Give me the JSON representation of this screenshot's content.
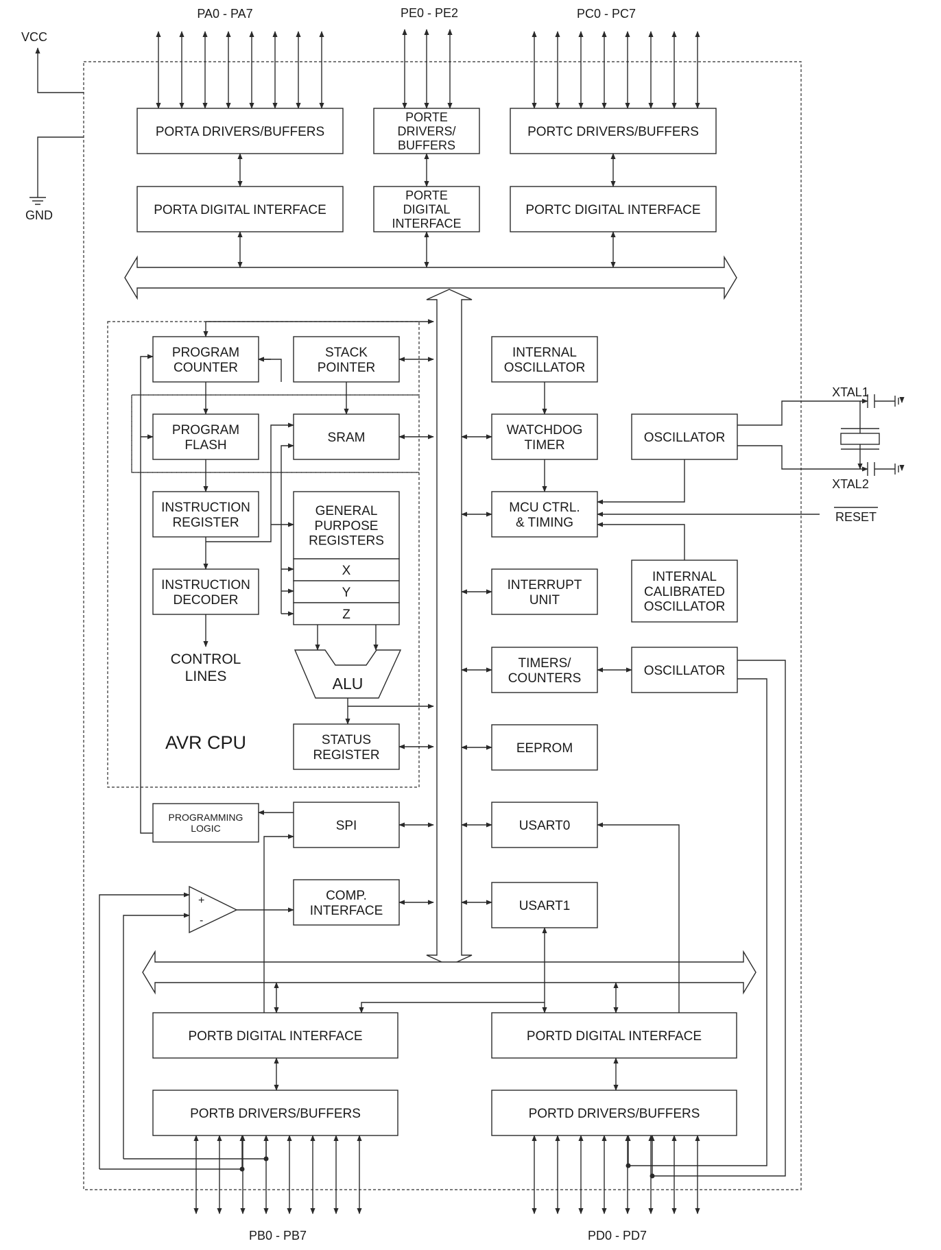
{
  "power": {
    "vcc": "VCC",
    "gnd": "GND"
  },
  "pins": {
    "porta": "PA0 - PA7",
    "porte": "PE0 - PE2",
    "portc": "PC0 - PC7",
    "portb": "PB0 - PB7",
    "portd": "PD0 - PD7",
    "xtal1": "XTAL1",
    "xtal2": "XTAL2",
    "reset": "RESET"
  },
  "blocks": {
    "porta_drivers": [
      "PORTA DRIVERS/BUFFERS"
    ],
    "porte_drivers": [
      "PORTE",
      "DRIVERS/",
      "BUFFERS"
    ],
    "portc_drivers": [
      "PORTC DRIVERS/BUFFERS"
    ],
    "porta_digital": [
      "PORTA DIGITAL INTERFACE"
    ],
    "porte_digital": [
      "PORTE",
      "DIGITAL",
      "INTERFACE"
    ],
    "portc_digital": [
      "PORTC DIGITAL INTERFACE"
    ],
    "program_counter": [
      "PROGRAM",
      "COUNTER"
    ],
    "stack_pointer": [
      "STACK",
      "POINTER"
    ],
    "program_flash": [
      "PROGRAM",
      "FLASH"
    ],
    "sram": [
      "SRAM"
    ],
    "instruction_register": [
      "INSTRUCTION",
      "REGISTER"
    ],
    "gp_registers": [
      "GENERAL",
      "PURPOSE",
      "REGISTERS"
    ],
    "reg_x": [
      "X"
    ],
    "reg_y": [
      "Y"
    ],
    "reg_z": [
      "Z"
    ],
    "instruction_decoder": [
      "INSTRUCTION",
      "DECODER"
    ],
    "control_lines": [
      "CONTROL",
      "LINES"
    ],
    "alu": [
      "ALU"
    ],
    "status_register": [
      "STATUS",
      "REGISTER"
    ],
    "avr_cpu": [
      "AVR CPU"
    ],
    "internal_oscillator": [
      "INTERNAL",
      "OSCILLATOR"
    ],
    "watchdog_timer": [
      "WATCHDOG",
      "TIMER"
    ],
    "oscillator_top": [
      "OSCILLATOR"
    ],
    "mcu_ctrl": [
      "MCU CTRL.",
      "& TIMING"
    ],
    "internal_calibrated_oscillator": [
      "INTERNAL",
      "CALIBRATED",
      "OSCILLATOR"
    ],
    "interrupt_unit": [
      "INTERRUPT",
      "UNIT"
    ],
    "timers_counters": [
      "TIMERS/",
      "COUNTERS"
    ],
    "oscillator_bottom": [
      "OSCILLATOR"
    ],
    "eeprom": [
      "EEPROM"
    ],
    "programming_logic": [
      "PROGRAMMING",
      "LOGIC"
    ],
    "spi": [
      "SPI"
    ],
    "usart0": [
      "USART0"
    ],
    "comp_interface": [
      "COMP.",
      "INTERFACE"
    ],
    "usart1": [
      "USART1"
    ],
    "portb_digital": [
      "PORTB DIGITAL INTERFACE"
    ],
    "portd_digital": [
      "PORTD DIGITAL INTERFACE"
    ],
    "portb_drivers": [
      "PORTB DRIVERS/BUFFERS"
    ],
    "portd_drivers": [
      "PORTD DRIVERS/BUFFERS"
    ]
  },
  "comparator": {
    "plus": "+",
    "minus": "-"
  },
  "colors": {
    "line": "#2a2a2a",
    "text": "#1a1a1a",
    "background": "#ffffff"
  }
}
